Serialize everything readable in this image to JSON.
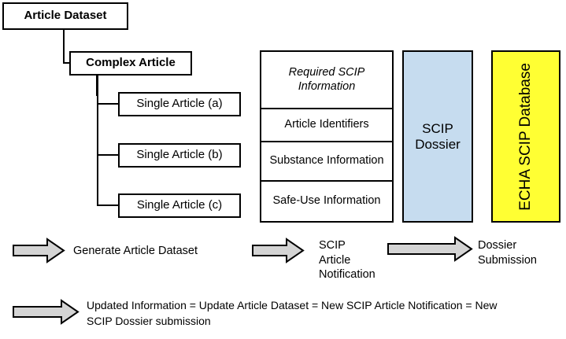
{
  "diagram": {
    "tree": {
      "root": {
        "label": "Article Dataset"
      },
      "complex": {
        "label": "Complex Article"
      },
      "singles": [
        {
          "label": "Single Article (a)"
        },
        {
          "label": "Single Article (b)"
        },
        {
          "label": "Single Article (c)"
        }
      ]
    },
    "scip_table": {
      "header": "Required SCIP Information",
      "rows": [
        "Article Identifiers",
        "Substance Information",
        "Safe-Use Information"
      ]
    },
    "dossier_box": {
      "label": "SCIP Dossier",
      "color": "#c6dcef"
    },
    "database_box": {
      "label": "ECHA SCIP Database",
      "color": "#ffff33"
    },
    "flow_arrows": [
      {
        "name": "generate",
        "caption": "Generate Article Dataset"
      },
      {
        "name": "notification",
        "caption": "SCIP Article Notification"
      },
      {
        "name": "submission",
        "caption": "Dossier Submission"
      }
    ],
    "footnote": {
      "caption": "Updated Information = Update Article Dataset = New SCIP Article Notification = New SCIP Dossier submission"
    },
    "colors": {
      "arrow_fill": "#d4d4d4",
      "outline": "#000000",
      "background": "#ffffff"
    }
  }
}
